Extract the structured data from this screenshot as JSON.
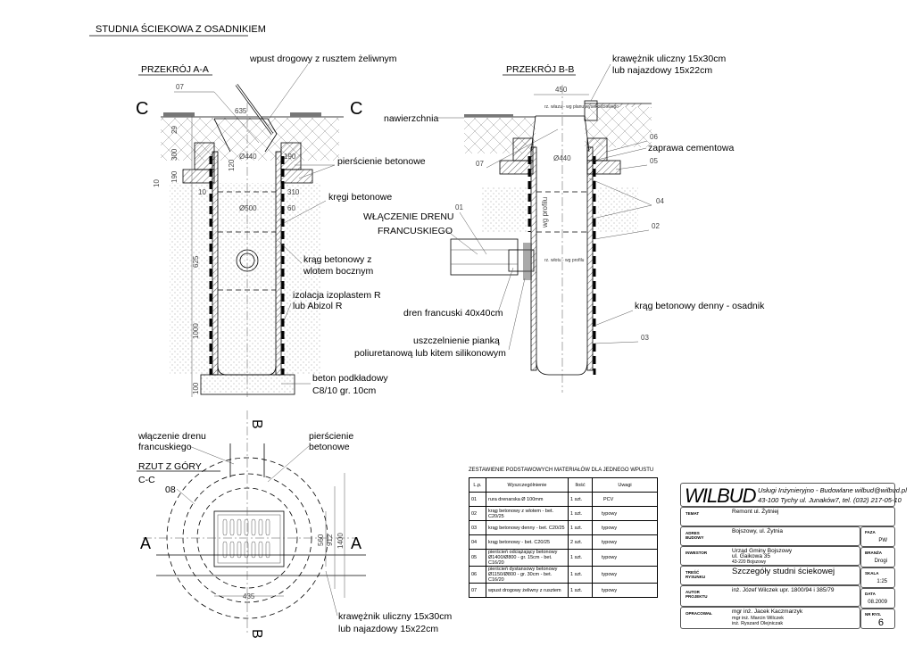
{
  "title": "STUDNIA ŚCIEKOWA Z  OSADNIKIEM",
  "section_aa": {
    "heading": "PRZEKRÓJ A-A",
    "section_marks": [
      "C",
      "C"
    ],
    "labels": {
      "inlet": "wpust drogowy  z rusztem żeliwnym",
      "rings": "pierścienie betonowe",
      "kregi": "kręgi betonowe",
      "side_inlet_1": "krąg betonowy z",
      "side_inlet_2": "wlotem bocznym",
      "iso_1": "izolacja izoplastem R",
      "iso_2": "lub Abizol R",
      "base_1": "beton podkładowy",
      "base_2": "C8/10 gr. 10cm"
    },
    "dims": {
      "d07": "07",
      "w635": "635",
      "d29": "29",
      "d300": "300",
      "d10a": "10",
      "d190": "190",
      "d120": "120",
      "d190b": "190",
      "d10b": "10",
      "d310": "310",
      "d60": "60",
      "phi440": "Ø440",
      "phi500": "Ø500",
      "d625": "625",
      "d1000": "1000",
      "d100": "100"
    }
  },
  "section_bb": {
    "heading": "PRZEKRÓJ B-B",
    "labels": {
      "curb_1": "krawężnik uliczny 15x30cm",
      "curb_2": "lub najazdowy 15x22cm",
      "surface": "nawierzchnia",
      "mortar": "zaprawa cementowa",
      "drain_1": "WŁĄCZENIE DRENU",
      "drain_2": "FRANCUSKIEGO",
      "french": "dren francuski 40x40cm",
      "seal_1": "uszczelnienie pianką",
      "seal_2": "poliuretanową lub kitem silikonowym",
      "settler": "krąg betonowy denny - osadnik",
      "hatch_lvl": "rz. wlazu - wg planu wysokościowego",
      "inlet_lvl": "rz. wlotu - wg profilu",
      "profile": "wg profilu"
    },
    "refs": {
      "r06": "06",
      "r05": "05",
      "r04": "04",
      "r02": "02",
      "r01": "01",
      "r07": "07",
      "r03": "03"
    },
    "dims": {
      "w450": "450",
      "phi440": "Ø440"
    }
  },
  "plan_cc": {
    "labels": {
      "drain_1": "włączenie drenu",
      "drain_2": "francuskiego",
      "rings_1": "pierścienie",
      "rings_2": "betonowe",
      "heading": "RZUT Z GÓRY",
      "sub": "C-C",
      "ref08": "08",
      "curb_1": "krawężnik uliczny 15x30cm",
      "curb_2": "lub najazdowy 15x22cm"
    },
    "marks": {
      "a": "A",
      "b": "B"
    },
    "dims": {
      "d560": "560",
      "d912": "912",
      "d1400": "1400",
      "d435": "435"
    }
  },
  "materials": {
    "caption": "ZESTAWIENIE PODSTAWOWYCH MATERIAŁÓW DLA JEDNEGO WPUSTU",
    "headers": [
      "L.p.",
      "Wyszczególnienie",
      "Ilość",
      "Uwagi"
    ],
    "rows": [
      [
        "01",
        "rura drenarska Ø 100mm",
        "1 szt.",
        "PCV"
      ],
      [
        "02",
        "krąg betonowy z wlotem - bet. C20/25",
        "1 szt.",
        "typowy"
      ],
      [
        "03",
        "krąg betonowy denny - bet. C20/25",
        "1 szt.",
        "typowy"
      ],
      [
        "04",
        "krąg betonowy - bet. C20/25",
        "2 szt.",
        "typowy"
      ],
      [
        "05",
        "pierścień odciążający betonowy Ø1400/Ø800 - gr. 15cm - bet. C16/20",
        "1 szt.",
        "typowy"
      ],
      [
        "06",
        "pierścień dystansowy betonowy Ø1150/Ø800 - gr. 30cm - bet. C16/20",
        "1 szt.",
        "typowy"
      ],
      [
        "07",
        "wpust drogowy żeliwny z rusztem",
        "1 szt.",
        "typowy"
      ]
    ]
  },
  "title_block": {
    "logo": "WILBUD",
    "company_1": "Usługi Inżynieryjno - Budowlane   wilbud@wilbud.pl",
    "company_2": "43-100 Tychy ul. Junaków7, tel. (032) 217-05-10",
    "temat_k": "TEMAT",
    "temat": "Remont ul. Żytniej",
    "adres_k": "ADRES BUDOWY",
    "adres": "Bojszowy, ul. Żytnia",
    "inwestor_k": "INWESTOR",
    "inwestor_1": "Urząd Gminy Bojszowy",
    "inwestor_2": "ul. Gaikowa 35",
    "inwestor_3": "43-220 Bojszowy",
    "tresc_k": "TREŚĆ RYSUNKU",
    "tresc": "Szczegóły studni ściekowej",
    "autor_k": "AUTOR PROJEKTU",
    "autor": "inż. Józef Wilczek  upr. 1800/94 i 385/79",
    "oprac_k": "OPRACOWAŁ",
    "oprac_1": "mgr inż. Jacek Kaczmarzyk",
    "oprac_2": "mgr inż. Marcin Wilczek",
    "oprac_3": "inż. Ryszard Olejniczak",
    "faza_k": "FAZA",
    "faza": "PW",
    "branza_k": "BRANŻA",
    "branza": "Drogi",
    "skala_k": "SKALA",
    "skala": "1:25",
    "data_k": "DATA",
    "data": "08.2009",
    "nr_k": "NR RYS.",
    "nr": "6"
  }
}
